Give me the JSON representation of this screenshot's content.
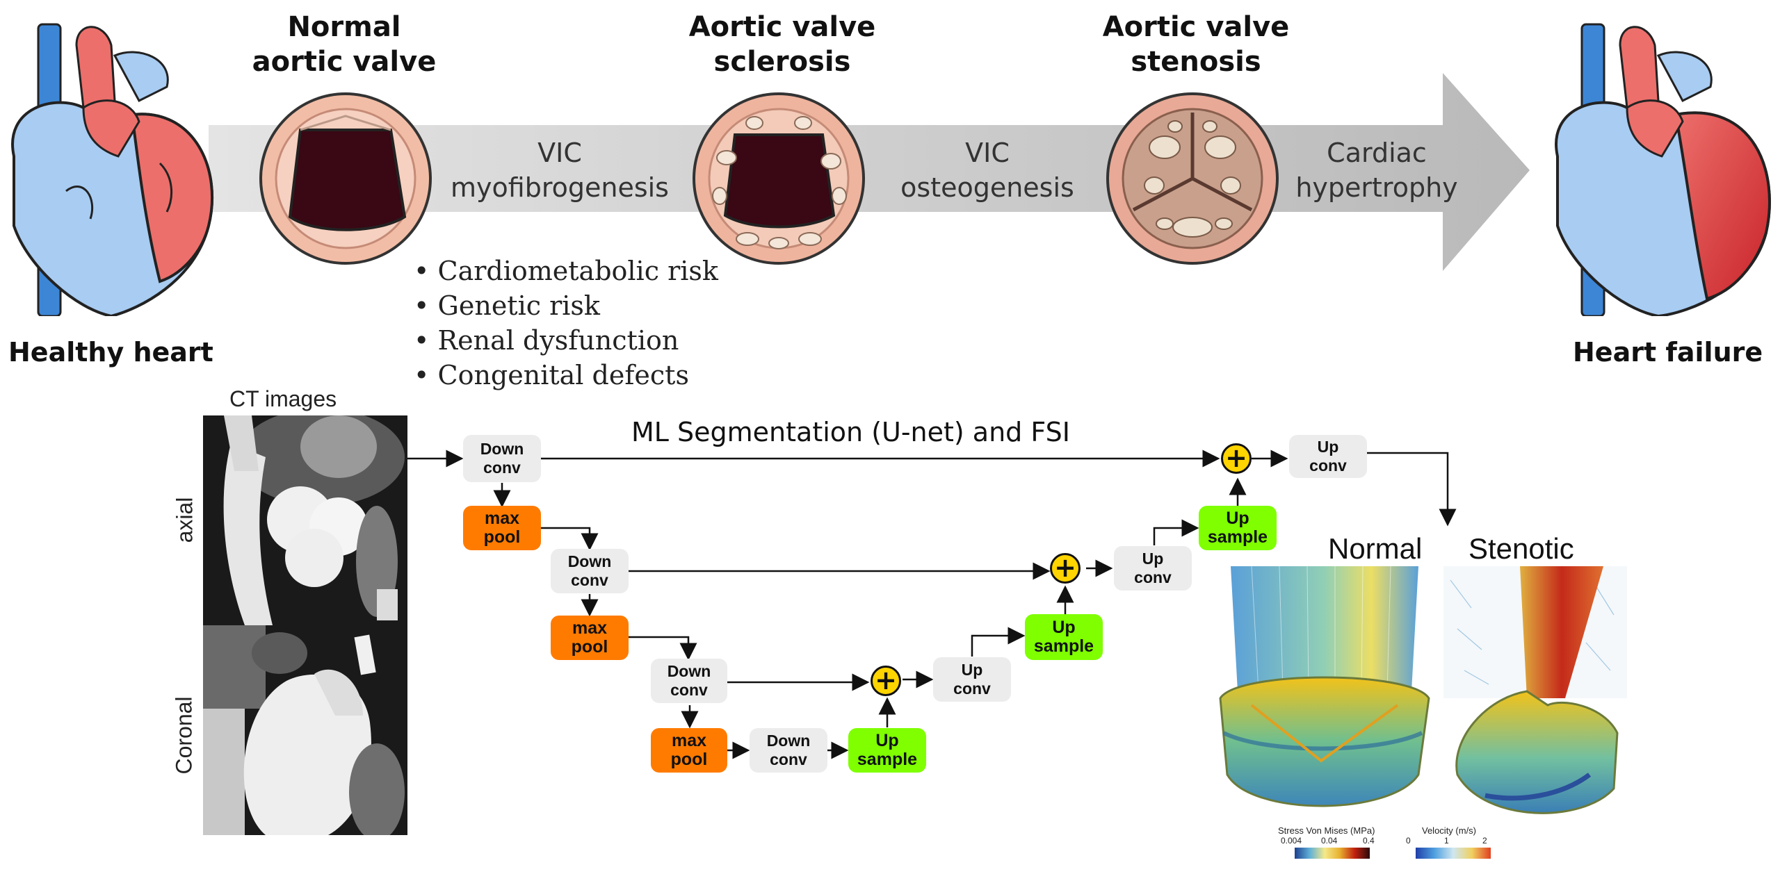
{
  "stages": {
    "healthy_heart": "Healthy heart",
    "normal_valve": "Normal\naortic valve",
    "sclerosis": "Aortic valve\nsclerosis",
    "stenosis": "Aortic valve\nstenosis",
    "heart_failure": "Heart failure"
  },
  "arrow_steps": {
    "step1": "VIC\nmyofibrogenesis",
    "step2": "VIC\nosteogenesis",
    "step3": "Cardiac\nhypertrophy"
  },
  "risk_factors": [
    "Cardiometabolic risk",
    "Genetic risk",
    "Renal dysfunction",
    "Congenital defects"
  ],
  "ct": {
    "title": "CT images",
    "axial_label": "axial",
    "coronal_label": "Coronal"
  },
  "unet": {
    "title": "ML Segmentation (U-net) and FSI",
    "plus_symbol": "+",
    "boxes": {
      "down1": "Down\nconv",
      "pool1": "max\npool",
      "down2": "Down\nconv",
      "pool2": "max\npool",
      "down3": "Down\nconv",
      "pool3": "max\npool",
      "down4": "Down\nconv",
      "upsample3": "Up\nsample",
      "upconv3": "Up\nconv",
      "upsample2": "Up\nsample",
      "upconv2": "Up\nconv",
      "upsample1": "Up\nsample",
      "upconv1": "Up\nconv"
    }
  },
  "simulation": {
    "normal_label": "Normal",
    "stenotic_label": "Stenotic",
    "stress_legend": {
      "title": "Stress Von Mises (MPa)",
      "ticks": [
        "0.004",
        "0.04",
        "0.4"
      ]
    },
    "velocity_legend": {
      "title": "Velocity (m/s)",
      "ticks": [
        "0",
        "1",
        "2"
      ]
    }
  },
  "colors": {
    "arrow_gray": "#c8c8c8",
    "heart_red": "#ec6f6b",
    "heart_blue": "#a8ccf2",
    "valve_ring": "#f2bda6",
    "orange_box": "#ff7b00",
    "green_box": "#7fff00",
    "plus_yellow": "#ffd400"
  }
}
